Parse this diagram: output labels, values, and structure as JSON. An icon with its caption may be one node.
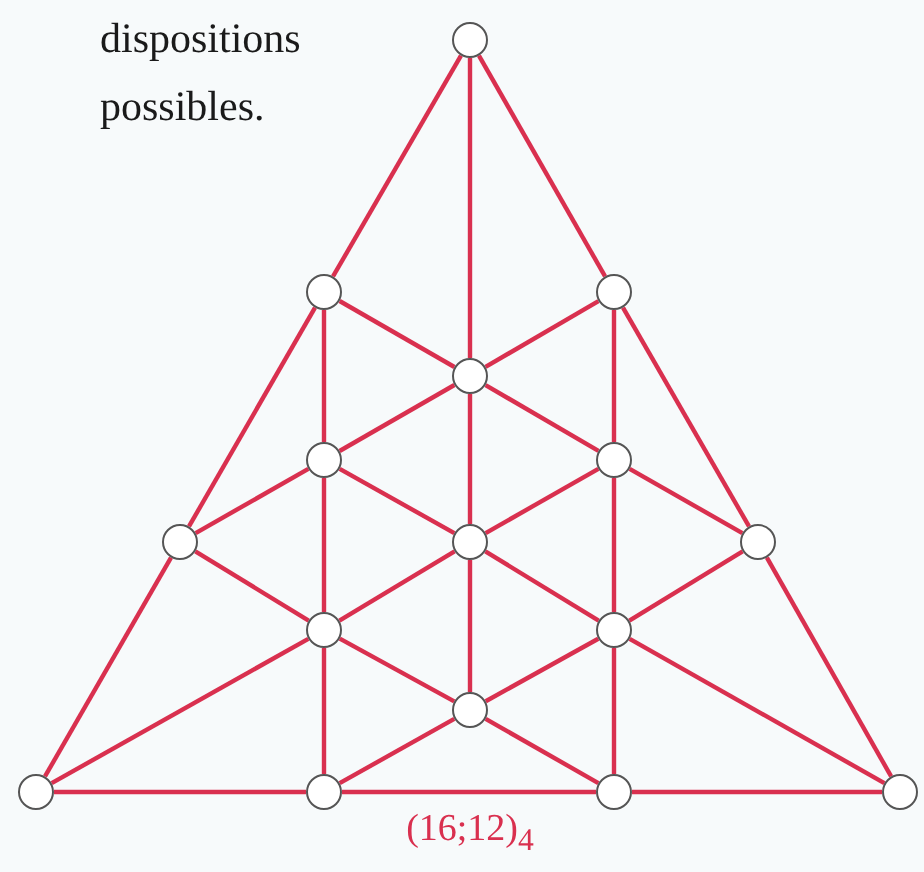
{
  "diagram": {
    "caption": "(16;12)$_{4}$",
    "nodes": [
      {
        "text": [],
        "shape": "circle"
      },
      {
        "text": [],
        "shape": "circle"
      },
      {
        "text": [],
        "shape": "circle"
      },
      {
        "text": [],
        "shape": "circle"
      },
      {
        "text": [],
        "shape": "circle"
      },
      {
        "text": [],
        "shape": "circle"
      },
      {
        "text": [],
        "shape": "circle"
      },
      {
        "text": [],
        "shape": "circle"
      },
      {
        "text": [],
        "shape": "circle"
      },
      {
        "text": [],
        "shape": "circle"
      },
      {
        "text": [],
        "shape": "circle"
      },
      {
        "text": [],
        "shape": "circle"
      },
      {
        "text": [],
        "shape": "circle"
      },
      {
        "text": [],
        "shape": "circle"
      },
      {
        "text": [],
        "shape": "circle"
      },
      {
        "text": [],
        "shape": "circle"
      }
    ],
    "edges": [
      {
        "from": 0,
        "to": 1,
        "arrow": "none"
      },
      {
        "from": 1,
        "to": 6,
        "arrow": "none"
      },
      {
        "from": 6,
        "to": 12,
        "arrow": "none"
      },
      {
        "from": 0,
        "to": 2,
        "arrow": "none"
      },
      {
        "from": 2,
        "to": 8,
        "arrow": "none"
      },
      {
        "from": 8,
        "to": 15,
        "arrow": "none"
      },
      {
        "from": 12,
        "to": 13,
        "arrow": "none"
      },
      {
        "from": 13,
        "to": 14,
        "arrow": "none"
      },
      {
        "from": 14,
        "to": 15,
        "arrow": "none"
      },
      {
        "from": 1,
        "to": 4,
        "arrow": "none"
      },
      {
        "from": 4,
        "to": 9,
        "arrow": "none"
      },
      {
        "from": 9,
        "to": 13,
        "arrow": "none"
      },
      {
        "from": 0,
        "to": 3,
        "arrow": "none"
      },
      {
        "from": 3,
        "to": 7,
        "arrow": "none"
      },
      {
        "from": 7,
        "to": 11,
        "arrow": "none"
      },
      {
        "from": 2,
        "to": 5,
        "arrow": "none"
      },
      {
        "from": 5,
        "to": 10,
        "arrow": "none"
      },
      {
        "from": 10,
        "to": 14,
        "arrow": "none"
      },
      {
        "from": 6,
        "to": 4,
        "arrow": "none"
      },
      {
        "from": 4,
        "to": 3,
        "arrow": "none"
      },
      {
        "from": 3,
        "to": 2,
        "arrow": "none"
      },
      {
        "from": 1,
        "to": 3,
        "arrow": "none"
      },
      {
        "from": 3,
        "to": 5,
        "arrow": "none"
      },
      {
        "from": 5,
        "to": 8,
        "arrow": "none"
      },
      {
        "from": 12,
        "to": 9,
        "arrow": "none"
      },
      {
        "from": 9,
        "to": 7,
        "arrow": "none"
      },
      {
        "from": 7,
        "to": 5,
        "arrow": "none"
      },
      {
        "from": 4,
        "to": 7,
        "arrow": "none"
      },
      {
        "from": 7,
        "to": 10,
        "arrow": "none"
      },
      {
        "from": 10,
        "to": 15,
        "arrow": "none"
      },
      {
        "from": 6,
        "to": 9,
        "arrow": "none"
      },
      {
        "from": 9,
        "to": 11,
        "arrow": "none"
      },
      {
        "from": 11,
        "to": 14,
        "arrow": "none"
      },
      {
        "from": 13,
        "to": 11,
        "arrow": "none"
      },
      {
        "from": 11,
        "to": 10,
        "arrow": "none"
      },
      {
        "from": 10,
        "to": 8,
        "arrow": "none"
      }
    ],
    "labels": [
      "dispositions possibles."
    ]
  }
}
